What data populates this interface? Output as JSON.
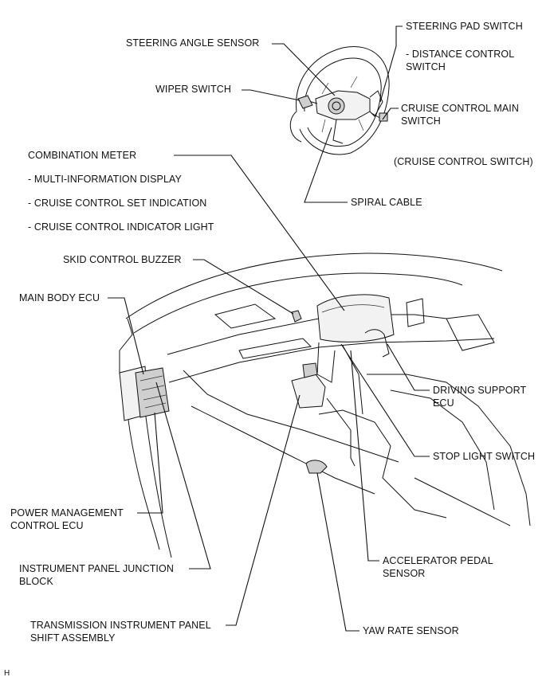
{
  "labels": {
    "steering_angle_sensor": "STEERING ANGLE SENSOR",
    "steering_pad_switch": "STEERING PAD SWITCH",
    "distance_control_switch_1": "- DISTANCE CONTROL",
    "distance_control_switch_2": "SWITCH",
    "wiper_switch": "WIPER SWITCH",
    "cruise_main_switch_1": "CRUISE CONTROL MAIN",
    "cruise_main_switch_2": "SWITCH",
    "cruise_control_switch": "(CRUISE CONTROL SWITCH)",
    "combination_meter": "COMBINATION METER",
    "multi_info_display": "- MULTI-INFORMATION DISPLAY",
    "cruise_set_indication": "- CRUISE CONTROL SET INDICATION",
    "cruise_indicator_light": "- CRUISE CONTROL INDICATOR LIGHT",
    "spiral_cable": "SPIRAL CABLE",
    "skid_control_buzzer": "SKID CONTROL BUZZER",
    "main_body_ecu": "MAIN BODY ECU",
    "driving_support_ecu_1": "DRIVING SUPPORT",
    "driving_support_ecu_2": "ECU",
    "stop_light_switch": "STOP LIGHT SWITCH",
    "power_mgmt_ecu_1": "POWER MANAGEMENT",
    "power_mgmt_ecu_2": "CONTROL ECU",
    "accel_pedal_sensor_1": "ACCELERATOR PEDAL",
    "accel_pedal_sensor_2": "SENSOR",
    "ip_junction_block_1": "INSTRUMENT PANEL JUNCTION",
    "ip_junction_block_2": "BLOCK",
    "trans_shift_assy_1": "TRANSMISSION INSTRUMENT PANEL",
    "trans_shift_assy_2": "SHIFT ASSEMBLY",
    "yaw_rate_sensor": "YAW RATE SENSOR",
    "corner_mark": "H"
  }
}
